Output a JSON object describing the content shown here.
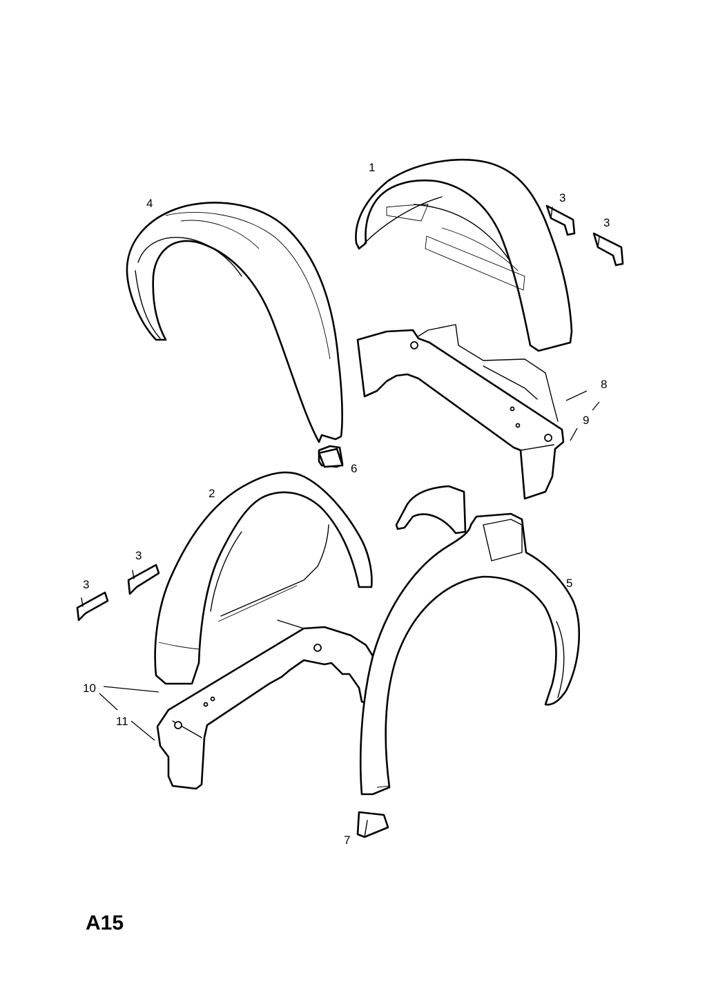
{
  "page": {
    "code": "A15"
  },
  "callouts": [
    "1",
    "2",
    "3",
    "3",
    "3",
    "3",
    "4",
    "5",
    "6",
    "7",
    "8",
    "9",
    "10",
    "11"
  ]
}
